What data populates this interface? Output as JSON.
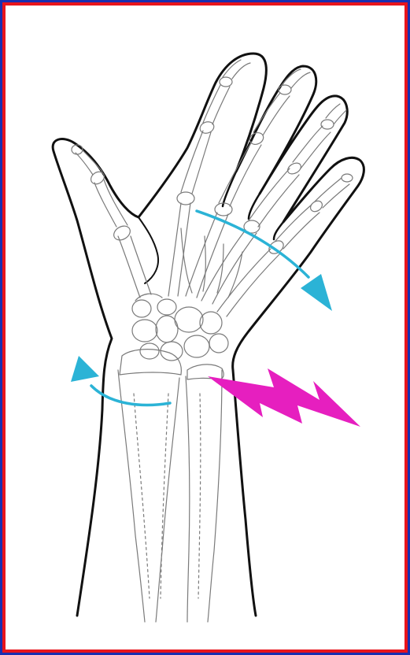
{
  "frame": {
    "border_outer_color": "#1a2fb0",
    "border_inner_color": "#e8141c"
  },
  "illustration": {
    "subject": "hand-and-wrist-skeleton-line-drawing",
    "line_color": "#111111",
    "bone_line_color": "#7a7a7a",
    "arrow_color": "#2bb3d6",
    "pain_bolt_color": "#e61fbf",
    "arrows": [
      "pronation-arrow-hand",
      "supination-arrow-wrist"
    ]
  }
}
